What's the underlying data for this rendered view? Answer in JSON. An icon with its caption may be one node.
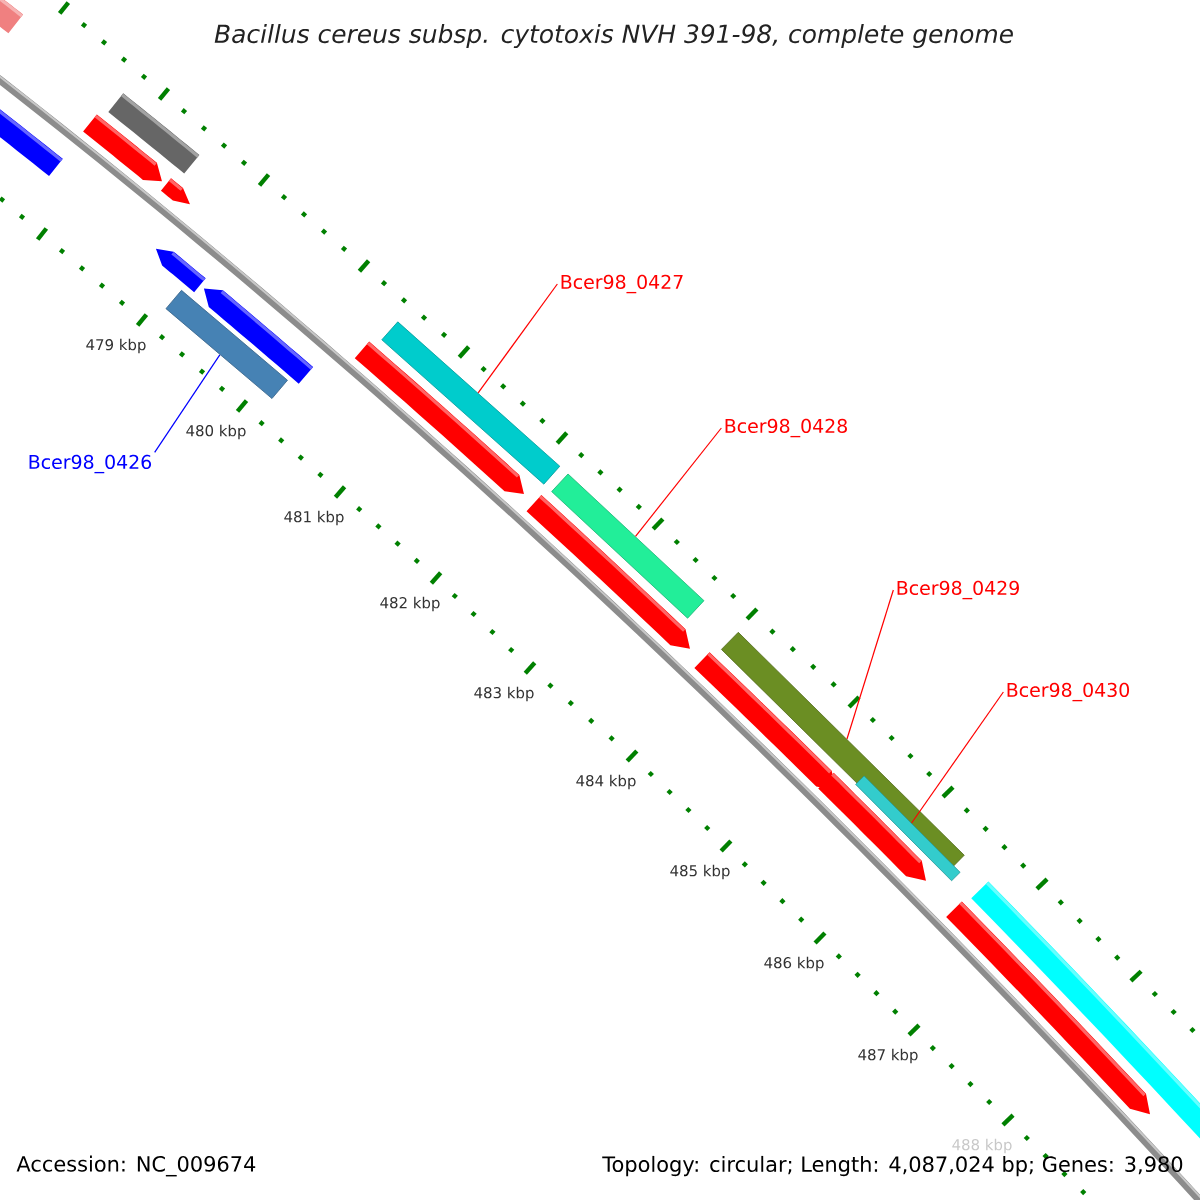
{
  "diagram": {
    "title": "Bacillus cereus subsp. cytotoxis NVH 391-98, complete genome",
    "nodes": [
      {
        "text": [
          "Bcer98_0427"
        ]
      },
      {
        "text": [
          "Bcer98_0426"
        ]
      },
      {
        "text": [
          "Bcer98_0428"
        ]
      },
      {
        "text": [
          "Bcer98_0429"
        ]
      },
      {
        "text": [
          "Bcer98_0430"
        ]
      },
      {
        "text": [],
        "shape": "bar"
      },
      {
        "text": [],
        "shape": "bar"
      },
      {
        "text": [],
        "shape": "bar"
      },
      {
        "text": [],
        "shape": "bar"
      },
      {
        "text": [],
        "shape": "bar"
      }
    ],
    "edges": [
      {
        "from": 0,
        "to": 6,
        "arrow": "none"
      },
      {
        "from": 1,
        "to": 5,
        "arrow": "none",
        "color": "#0000ff"
      },
      {
        "from": 2,
        "to": 7,
        "arrow": "none"
      },
      {
        "from": 3,
        "to": 8,
        "arrow": "none"
      },
      {
        "from": 4,
        "to": 9,
        "arrow": "none"
      }
    ],
    "labels": [
      "479 kbp",
      "480 kbp",
      "481 kbp",
      "482 kbp",
      "483 kbp",
      "484 kbp",
      "485 kbp",
      "486 kbp",
      "487 kbp",
      "488 kbp",
      "Accession: NC_009674",
      "Topology: circular; Length: 4,087,024 bp; Genes: 3,980"
    ]
  }
}
